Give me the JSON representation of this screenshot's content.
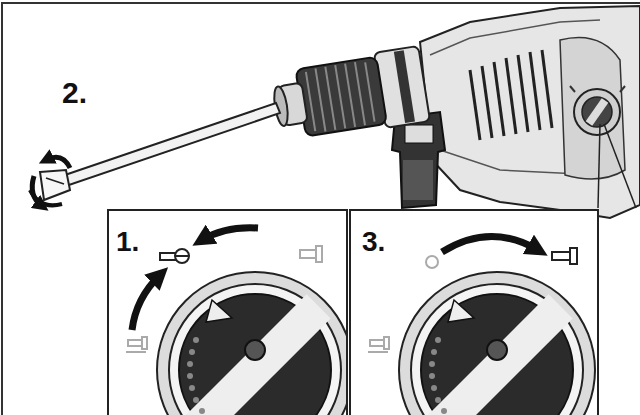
{
  "diagram": {
    "labels": [
      "2.",
      "1.",
      "3."
    ]
  }
}
